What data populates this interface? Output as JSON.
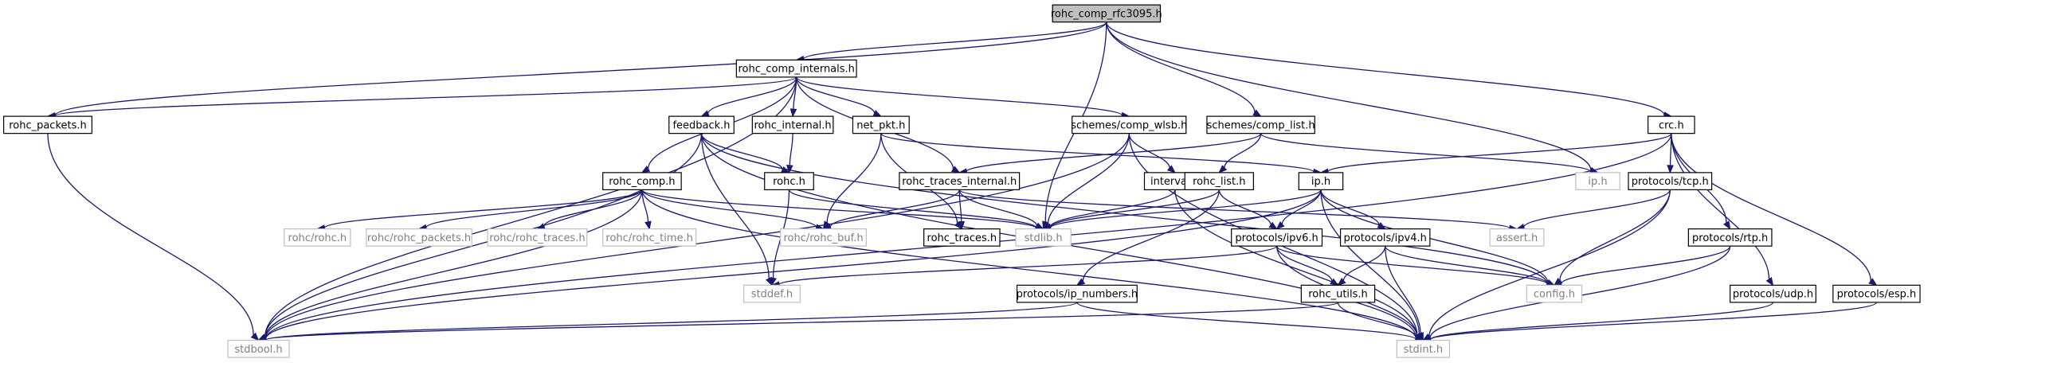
{
  "graph": {
    "title": "rohc_comp_rfc3095.h",
    "colors": {
      "edge": "#191970",
      "root_fill": "#bfbfbf",
      "node_border": "#000000",
      "system_header_border": "#bfbfbf",
      "system_header_text": "#7f7f7f"
    },
    "nodes": [
      {
        "id": "rohc_comp_rfc3095_h",
        "label": "rohc_comp_rfc3095.h",
        "kind": "root"
      },
      {
        "id": "rohc_comp_internals_h",
        "label": "rohc_comp_internals.h",
        "kind": "doc"
      },
      {
        "id": "rohc_packets_h",
        "label": "rohc_packets.h",
        "kind": "doc"
      },
      {
        "id": "feedback_h",
        "label": "feedback.h",
        "kind": "doc"
      },
      {
        "id": "rohc_internal_h",
        "label": "rohc_internal.h",
        "kind": "doc"
      },
      {
        "id": "net_pkt_h",
        "label": "net_pkt.h",
        "kind": "doc"
      },
      {
        "id": "schemes_comp_wlsb_h",
        "label": "schemes/comp_wlsb.h",
        "kind": "doc"
      },
      {
        "id": "schemes_comp_list_h",
        "label": "schemes/comp_list.h",
        "kind": "doc"
      },
      {
        "id": "crc_h",
        "label": "crc.h",
        "kind": "doc"
      },
      {
        "id": "rohc_comp_h",
        "label": "rohc_comp.h",
        "kind": "doc"
      },
      {
        "id": "rohc_h",
        "label": "rohc.h",
        "kind": "doc"
      },
      {
        "id": "rohc_traces_internal_h",
        "label": "rohc_traces_internal.h",
        "kind": "doc"
      },
      {
        "id": "interval_h",
        "label": "interval.h",
        "kind": "doc"
      },
      {
        "id": "rohc_list_h",
        "label": "rohc_list.h",
        "kind": "doc"
      },
      {
        "id": "ip_h",
        "label": "ip.h",
        "kind": "doc"
      },
      {
        "id": "ip_h_sys",
        "label": "ip.h",
        "kind": "sys"
      },
      {
        "id": "protocols_tcp_h",
        "label": "protocols/tcp.h",
        "kind": "doc"
      },
      {
        "id": "rohc_rohc_h",
        "label": "rohc/rohc.h",
        "kind": "sys"
      },
      {
        "id": "rohc_rohc_packets_h",
        "label": "rohc/rohc_packets.h",
        "kind": "sys"
      },
      {
        "id": "rohc_rohc_traces_h",
        "label": "rohc/rohc_traces.h",
        "kind": "sys"
      },
      {
        "id": "rohc_rohc_time_h",
        "label": "rohc/rohc_time.h",
        "kind": "sys"
      },
      {
        "id": "rohc_rohc_buf_h",
        "label": "rohc/rohc_buf.h",
        "kind": "sys"
      },
      {
        "id": "rohc_traces_h",
        "label": "rohc_traces.h",
        "kind": "doc"
      },
      {
        "id": "stdlib_h",
        "label": "stdlib.h",
        "kind": "sys"
      },
      {
        "id": "assert_h",
        "label": "assert.h",
        "kind": "sys"
      },
      {
        "id": "protocols_ipv6_h",
        "label": "protocols/ipv6.h",
        "kind": "doc"
      },
      {
        "id": "protocols_ipv4_h",
        "label": "protocols/ipv4.h",
        "kind": "doc"
      },
      {
        "id": "protocols_rtp_h",
        "label": "protocols/rtp.h",
        "kind": "doc"
      },
      {
        "id": "stddef_h",
        "label": "stddef.h",
        "kind": "sys"
      },
      {
        "id": "config_h",
        "label": "config.h",
        "kind": "sys"
      },
      {
        "id": "protocols_ip_numbers_h",
        "label": "protocols/ip_numbers.h",
        "kind": "doc"
      },
      {
        "id": "rohc_utils_h",
        "label": "rohc_utils.h",
        "kind": "doc"
      },
      {
        "id": "protocols_udp_h",
        "label": "protocols/udp.h",
        "kind": "doc"
      },
      {
        "id": "protocols_esp_h",
        "label": "protocols/esp.h",
        "kind": "doc"
      },
      {
        "id": "stdbool_h",
        "label": "stdbool.h",
        "kind": "sys"
      },
      {
        "id": "stdint_h",
        "label": "stdint.h",
        "kind": "sys"
      }
    ],
    "edges": [
      {
        "from": "rohc_comp_rfc3095_h",
        "to": "rohc_comp_internals_h"
      },
      {
        "from": "rohc_comp_rfc3095_h",
        "to": "rohc_packets_h"
      },
      {
        "from": "rohc_comp_rfc3095_h",
        "to": "stdlib_h"
      },
      {
        "from": "rohc_comp_rfc3095_h",
        "to": "schemes_comp_list_h"
      },
      {
        "from": "rohc_comp_rfc3095_h",
        "to": "ip_h_sys"
      },
      {
        "from": "rohc_comp_rfc3095_h",
        "to": "crc_h"
      },
      {
        "from": "rohc_comp_internals_h",
        "to": "rohc_packets_h"
      },
      {
        "from": "rohc_comp_internals_h",
        "to": "stdbool_h"
      },
      {
        "from": "rohc_comp_internals_h",
        "to": "rohc_comp_h"
      },
      {
        "from": "rohc_comp_internals_h",
        "to": "feedback_h"
      },
      {
        "from": "rohc_comp_internals_h",
        "to": "rohc_internal_h"
      },
      {
        "from": "rohc_comp_internals_h",
        "to": "net_pkt_h"
      },
      {
        "from": "rohc_comp_internals_h",
        "to": "rohc_traces_internal_h"
      },
      {
        "from": "rohc_comp_internals_h",
        "to": "schemes_comp_wlsb_h"
      },
      {
        "from": "rohc_packets_h",
        "to": "stdbool_h"
      },
      {
        "from": "feedback_h",
        "to": "rohc_h"
      },
      {
        "from": "feedback_h",
        "to": "stdbool_h"
      },
      {
        "from": "feedback_h",
        "to": "stddef_h"
      },
      {
        "from": "feedback_h",
        "to": "stdint_h"
      },
      {
        "from": "feedback_h",
        "to": "config_h"
      },
      {
        "from": "rohc_internal_h",
        "to": "rohc_h"
      },
      {
        "from": "net_pkt_h",
        "to": "rohc_rohc_buf_h"
      },
      {
        "from": "net_pkt_h",
        "to": "rohc_traces_h"
      },
      {
        "from": "net_pkt_h",
        "to": "ip_h"
      },
      {
        "from": "schemes_comp_wlsb_h",
        "to": "stdbool_h"
      },
      {
        "from": "schemes_comp_wlsb_h",
        "to": "stdlib_h"
      },
      {
        "from": "schemes_comp_wlsb_h",
        "to": "interval_h"
      },
      {
        "from": "schemes_comp_wlsb_h",
        "to": "stdint_h"
      },
      {
        "from": "schemes_comp_list_h",
        "to": "rohc_traces_internal_h"
      },
      {
        "from": "schemes_comp_list_h",
        "to": "rohc_list_h"
      },
      {
        "from": "schemes_comp_list_h",
        "to": "ip_h_sys"
      },
      {
        "from": "rohc_comp_h",
        "to": "rohc_rohc_h"
      },
      {
        "from": "rohc_comp_h",
        "to": "rohc_rohc_packets_h"
      },
      {
        "from": "rohc_comp_h",
        "to": "rohc_rohc_traces_h"
      },
      {
        "from": "rohc_comp_h",
        "to": "rohc_rohc_time_h"
      },
      {
        "from": "rohc_comp_h",
        "to": "rohc_rohc_buf_h"
      },
      {
        "from": "rohc_comp_h",
        "to": "stdlib_h"
      },
      {
        "from": "rohc_comp_h",
        "to": "stdbool_h"
      },
      {
        "from": "rohc_comp_h",
        "to": "stdint_h"
      },
      {
        "from": "rohc_h",
        "to": "stdlib_h"
      },
      {
        "from": "rohc_h",
        "to": "stddef_h"
      },
      {
        "from": "rohc_traces_internal_h",
        "to": "rohc_rohc_buf_h"
      },
      {
        "from": "rohc_traces_internal_h",
        "to": "rohc_traces_h"
      },
      {
        "from": "rohc_traces_internal_h",
        "to": "stdlib_h"
      },
      {
        "from": "rohc_traces_internal_h",
        "to": "assert_h"
      },
      {
        "from": "interval_h",
        "to": "stdlib_h"
      },
      {
        "from": "interval_h",
        "to": "stdint_h"
      },
      {
        "from": "rohc_list_h",
        "to": "stdlib_h"
      },
      {
        "from": "rohc_list_h",
        "to": "protocols_ipv6_h"
      },
      {
        "from": "rohc_list_h",
        "to": "protocols_ip_numbers_h"
      },
      {
        "from": "ip_h",
        "to": "stdlib_h"
      },
      {
        "from": "ip_h",
        "to": "stdbool_h"
      },
      {
        "from": "ip_h",
        "to": "protocols_ipv6_h"
      },
      {
        "from": "ip_h",
        "to": "protocols_ipv4_h"
      },
      {
        "from": "ip_h",
        "to": "stdint_h"
      },
      {
        "from": "ip_h",
        "to": "config_h"
      },
      {
        "from": "crc_h",
        "to": "stdbool_h"
      },
      {
        "from": "crc_h",
        "to": "ip_h"
      },
      {
        "from": "crc_h",
        "to": "protocols_tcp_h"
      },
      {
        "from": "crc_h",
        "to": "protocols_rtp_h"
      },
      {
        "from": "crc_h",
        "to": "protocols_udp_h"
      },
      {
        "from": "crc_h",
        "to": "protocols_esp_h"
      },
      {
        "from": "protocols_tcp_h",
        "to": "assert_h"
      },
      {
        "from": "protocols_tcp_h",
        "to": "config_h"
      },
      {
        "from": "protocols_tcp_h",
        "to": "stdint_h"
      },
      {
        "from": "protocols_ipv6_h",
        "to": "stddef_h"
      },
      {
        "from": "protocols_ipv6_h",
        "to": "rohc_utils_h"
      },
      {
        "from": "protocols_ipv6_h",
        "to": "config_h"
      },
      {
        "from": "protocols_ipv6_h",
        "to": "stdint_h"
      },
      {
        "from": "protocols_ipv4_h",
        "to": "rohc_utils_h"
      },
      {
        "from": "protocols_ipv4_h",
        "to": "config_h"
      },
      {
        "from": "protocols_ipv4_h",
        "to": "stdint_h"
      },
      {
        "from": "protocols_rtp_h",
        "to": "config_h"
      },
      {
        "from": "protocols_rtp_h",
        "to": "stdint_h"
      },
      {
        "from": "protocols_ip_numbers_h",
        "to": "stdbool_h"
      },
      {
        "from": "protocols_ip_numbers_h",
        "to": "stdint_h"
      },
      {
        "from": "rohc_utils_h",
        "to": "stdbool_h"
      },
      {
        "from": "rohc_utils_h",
        "to": "stdint_h"
      },
      {
        "from": "protocols_udp_h",
        "to": "stdint_h"
      },
      {
        "from": "protocols_esp_h",
        "to": "stdint_h"
      }
    ]
  }
}
